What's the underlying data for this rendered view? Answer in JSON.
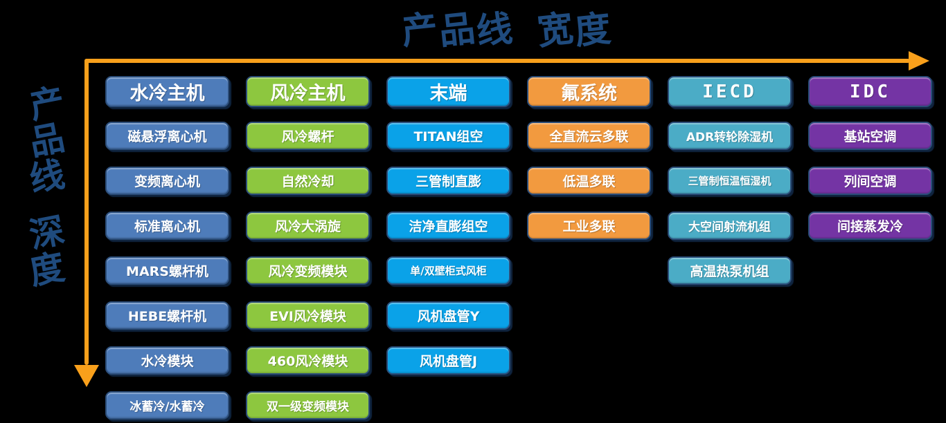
{
  "titles": {
    "width_axis": "产品线 宽度",
    "depth_axis": "产品线 深度"
  },
  "colors": {
    "background": "#000000",
    "title_text": "#1F4B7E",
    "arrow": "#F9A01B",
    "box_border": "#2B4D79",
    "box_text": "#FFFFFF"
  },
  "columns": [
    {
      "header": "水冷主机",
      "color": "#4E7CBA",
      "items": [
        "磁悬浮离心机",
        "变频离心机",
        "标准离心机",
        "MARS螺杆机",
        "HEBE螺杆机",
        "水冷模块",
        "冰蓄冷/水蓄冷"
      ]
    },
    {
      "header": "风冷主机",
      "color": "#8DC73F",
      "items": [
        "风冷螺杆",
        "自然冷却",
        "风冷大涡旋",
        "风冷变频模块",
        "EVI风冷模块",
        "460风冷模块",
        "双一级变频模块"
      ]
    },
    {
      "header": "末端",
      "color": "#0AA2E8",
      "items": [
        "TITAN组空",
        "三管制直膨",
        "洁净直膨组空",
        "单/双壁柜式风柜",
        "风机盘管Y",
        "风机盘管J"
      ]
    },
    {
      "header": "氟系统",
      "color": "#F29A3F",
      "items": [
        "全直流云多联",
        "低温多联",
        "工业多联"
      ]
    },
    {
      "header": "IECD",
      "color": "#4BACC6",
      "items": [
        "ADR转轮除湿机",
        "三管制恒温恒湿机",
        "大空间射流机组",
        "高温热泵机组"
      ]
    },
    {
      "header": "IDC",
      "color": "#7434A4",
      "items": [
        "基站空调",
        "列间空调",
        "间接蒸发冷"
      ]
    }
  ]
}
